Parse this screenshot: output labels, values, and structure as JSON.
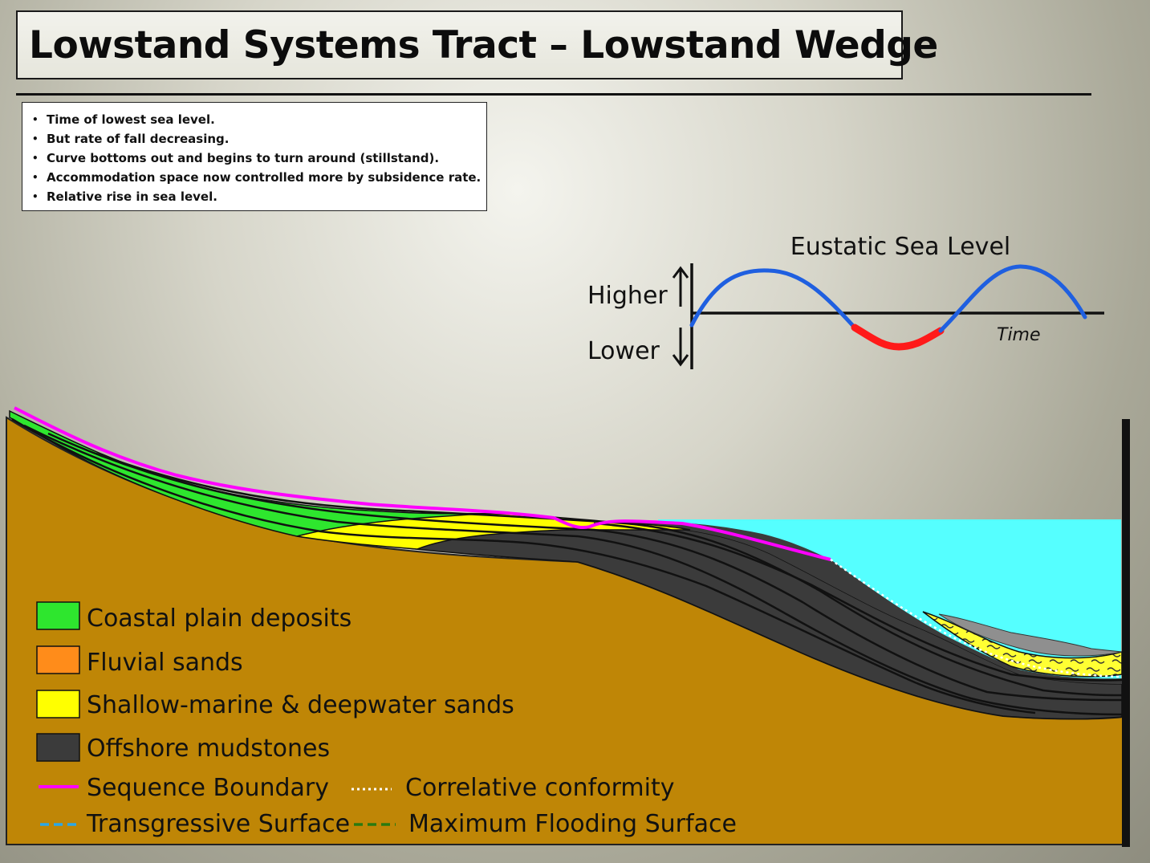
{
  "title": "Lowstand Systems Tract – Lowstand Wedge",
  "bullets": [
    "Time of lowest sea level.",
    "But rate of fall decreasing.",
    "Curve bottoms out and begins to turn around (stillstand).",
    "Accommodation space now controlled more by subsidence rate.",
    "Relative rise in sea level."
  ],
  "sea_level_chart": {
    "title": "Eustatic  Sea Level",
    "higher_label": "Higher",
    "lower_label": "Lower",
    "time_label": "Time",
    "curve_color": "#1f5fe0",
    "highlight_color": "#ff1a1a"
  },
  "colors": {
    "basement": "#bf8606",
    "coastal_plain": "#2ee62e",
    "fluvial": "#ff8c1a",
    "shallow_sands": "#ffff00",
    "mudstones": "#3b3b3b",
    "sea": "#55ffff",
    "sequence_boundary": "#ff00ff"
  },
  "legend": {
    "coastal_plain": "Coastal plain deposits",
    "fluvial": "Fluvial sands",
    "shallow_sands": "Shallow-marine & deepwater sands",
    "mudstones": "Offshore mudstones",
    "sequence_boundary": "Sequence Boundary",
    "correlative_conformity": "Correlative conformity",
    "transgressive_surface": "Transgressive Surface",
    "mfs": "Maximum Flooding Surface"
  }
}
